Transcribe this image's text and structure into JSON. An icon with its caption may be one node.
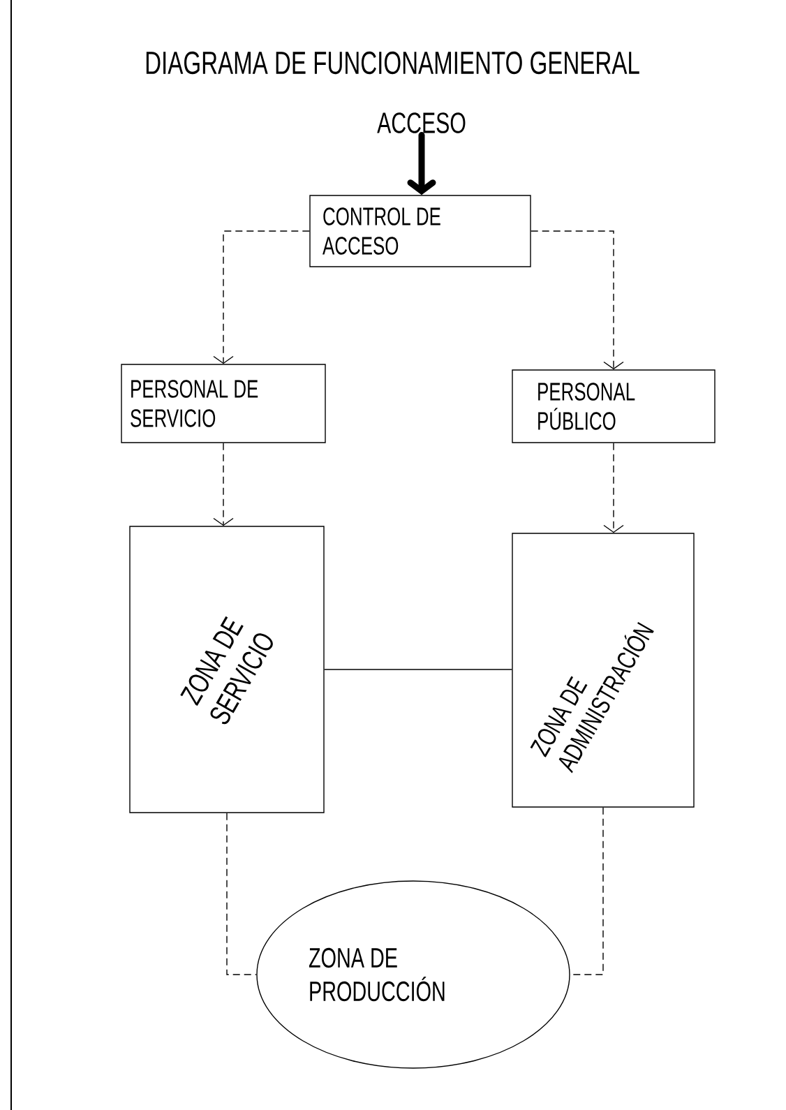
{
  "diagram": {
    "title": "DIAGRAMA DE FUNCIONAMIENTO GENERAL",
    "nodes": [
      {
        "text": [
          "ACCESO"
        ]
      },
      {
        "text": [
          "CONTROL DE ACCESO"
        ]
      },
      {
        "text": [
          "PERSONAL DE SERVICIO"
        ]
      },
      {
        "text": [
          "PERSONAL PÚBLICO"
        ]
      },
      {
        "text": [
          "ZONA DE SERVICIO"
        ]
      },
      {
        "text": [
          "ZONA DE ADMINISTRACIÓN"
        ]
      },
      {
        "text": [
          "ZONA DE PRODUCCIÓN"
        ]
      }
    ],
    "edges": [
      {
        "from": 0,
        "to": 1,
        "arrow": "to",
        "style": "thick"
      },
      {
        "from": 1,
        "to": 2,
        "arrow": "to",
        "style": "dashed"
      },
      {
        "from": 1,
        "to": 3,
        "arrow": "to",
        "style": "dashed"
      },
      {
        "from": 2,
        "to": 4,
        "arrow": "to",
        "style": "dashed"
      },
      {
        "from": 3,
        "to": 5,
        "arrow": "to",
        "style": "dashed"
      },
      {
        "from": 4,
        "to": 5,
        "arrow": "none"
      },
      {
        "from": 4,
        "to": 6,
        "arrow": "none",
        "style": "dashed"
      },
      {
        "from": 5,
        "to": 6,
        "arrow": "none",
        "style": "dashed"
      }
    ]
  }
}
